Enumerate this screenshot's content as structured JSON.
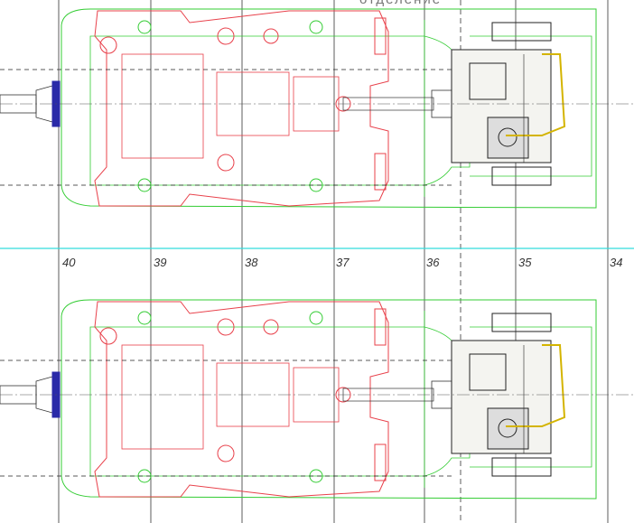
{
  "drawing": {
    "section_label": "отделение",
    "frame_numbers": [
      "40",
      "39",
      "38",
      "37",
      "36",
      "35",
      "34"
    ],
    "colors": {
      "engine": "#e8404a",
      "outline": "#33cc33",
      "gearbox": "#222222",
      "axis": "#33dddd",
      "flange": "#2a2aa8",
      "gearbox_accent": "#d4b400"
    },
    "units": [
      "engine-unit-1",
      "engine-unit-2"
    ]
  }
}
